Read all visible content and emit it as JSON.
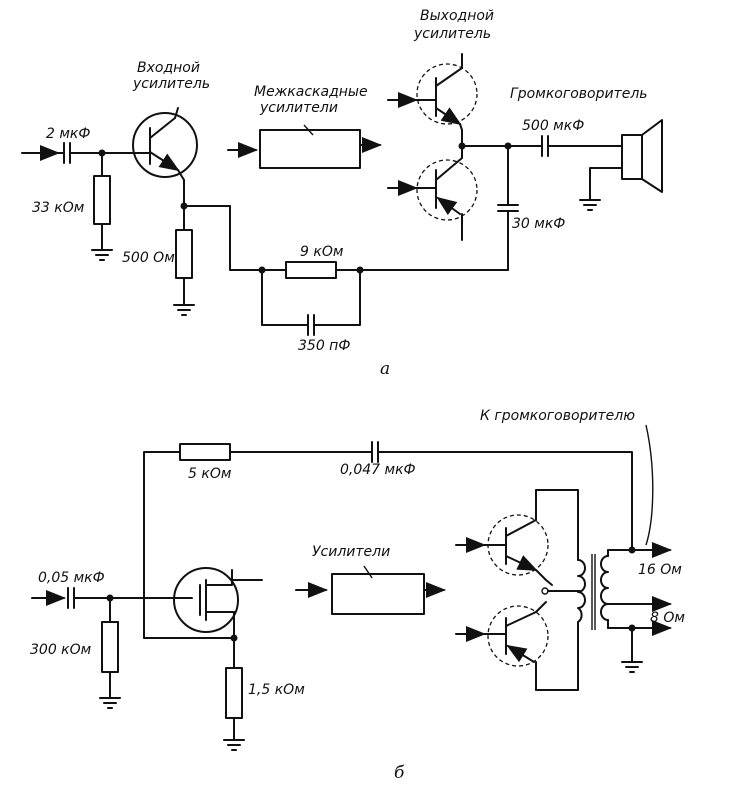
{
  "diagram_a": {
    "caption": "а",
    "input_amplifier_l1": "Входной",
    "input_amplifier_l2": "усилитель",
    "interstage_l1": "Межкаскадные",
    "interstage_l2": "усилители",
    "output_amplifier_l1": "Выходной",
    "output_amplifier_l2": "усилитель",
    "speaker": "Громкоговоритель",
    "c_in": "2 мкФ",
    "r_in": "33 кОм",
    "r_emitter": "500 Ом",
    "r_feedback": "9 кОм",
    "c_feedback": "350 пФ",
    "c_out": "500 мкФ",
    "c_shunt": "30 мкФ"
  },
  "diagram_b": {
    "caption": "б",
    "to_speaker": "К громкоговорителю",
    "r_feedback": "5 кОм",
    "c_feedback": "0,047 мкФ",
    "c_in": "0,05 мкФ",
    "r_in": "300 кОм",
    "r_source": "1,5 кОм",
    "amplifiers": "Усилители",
    "tap_16": "16 Ом",
    "tap_8": "8 Ом"
  }
}
